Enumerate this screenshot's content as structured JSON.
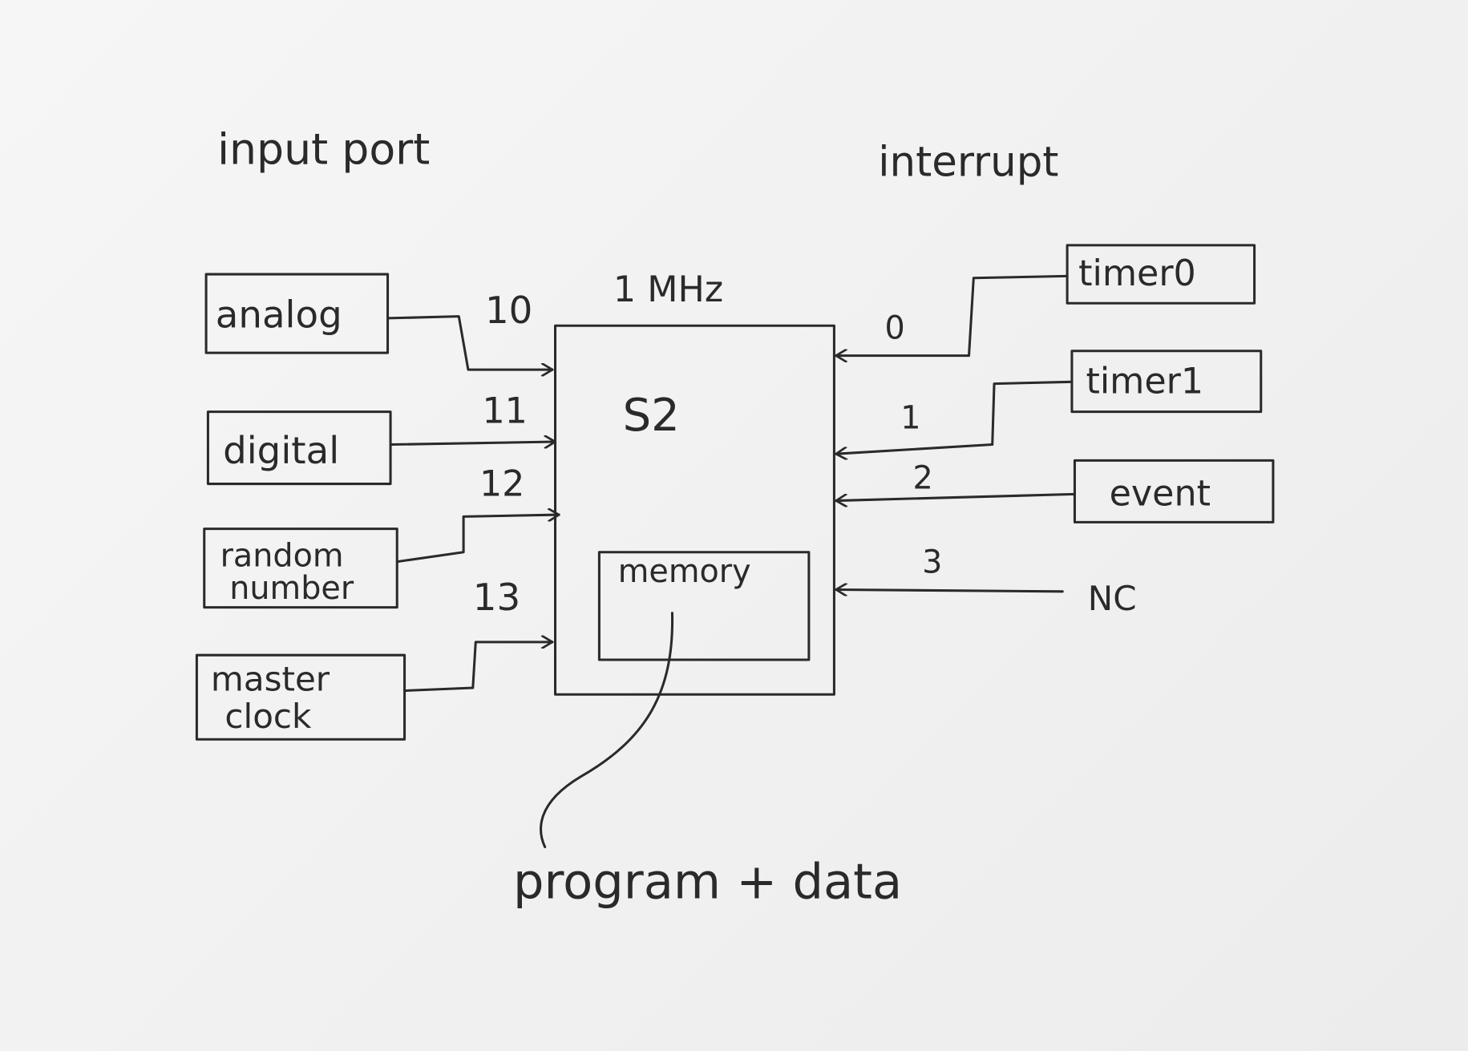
{
  "headings": {
    "input_port": "input port",
    "interrupt": "interrupt"
  },
  "processor": {
    "name": "S2",
    "clock": "1 MHz",
    "memory": "memory"
  },
  "inputs": [
    {
      "label": "analog",
      "port": "10"
    },
    {
      "label_line1": "digital",
      "port": "11"
    },
    {
      "label_line1": "random",
      "label_line2": "number",
      "port": "12"
    },
    {
      "label_line1": "master",
      "label_line2": "clock",
      "port": "13"
    }
  ],
  "interrupts": [
    {
      "label": "timer0",
      "num": "0"
    },
    {
      "label": "timer1",
      "num": "1"
    },
    {
      "label": "event",
      "num": "2"
    },
    {
      "label": "NC",
      "num": "3"
    }
  ],
  "memory_note": "program + data"
}
